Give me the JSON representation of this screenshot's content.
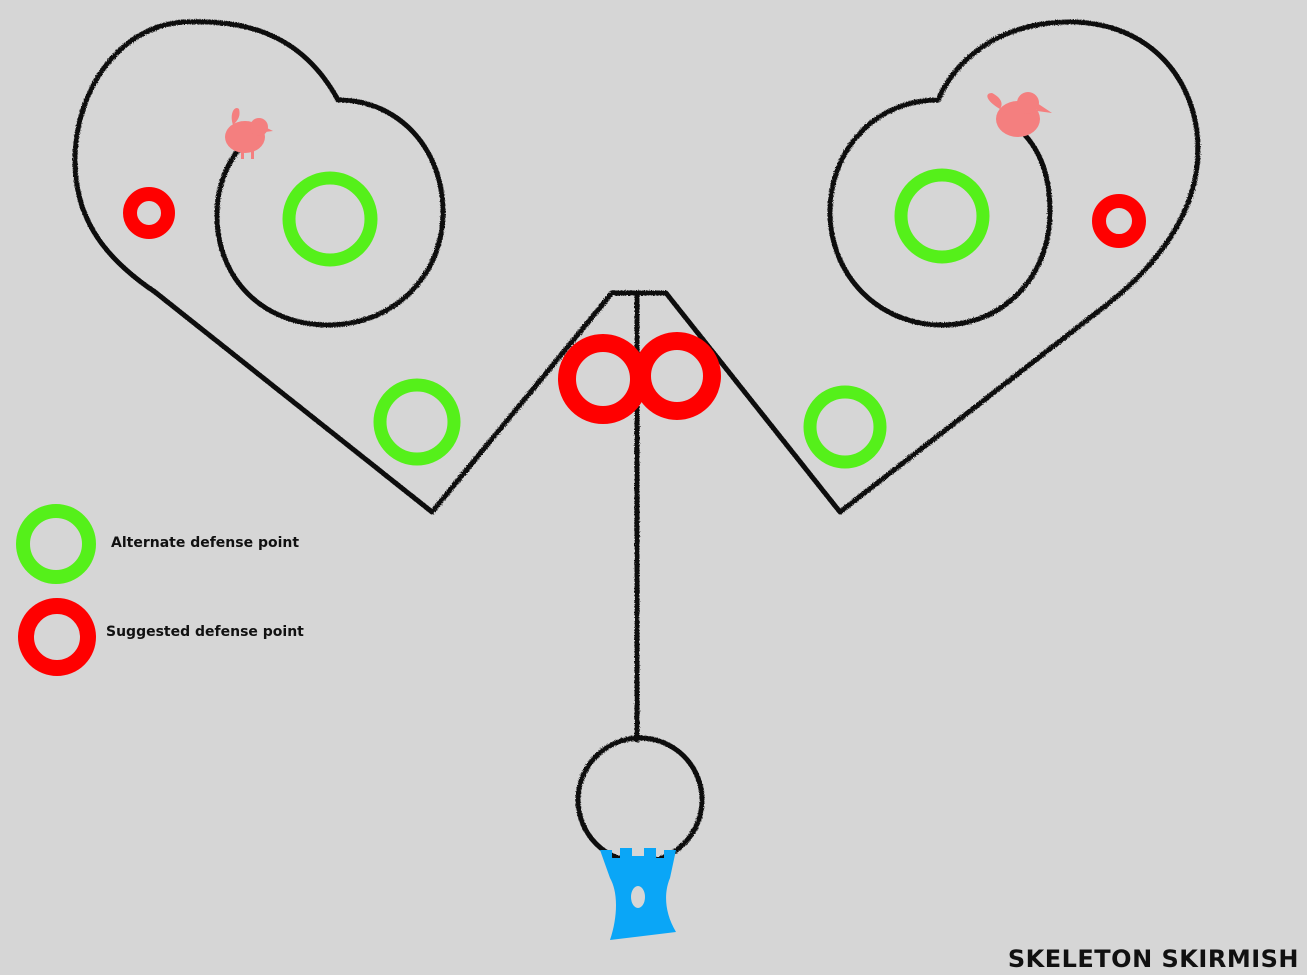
{
  "title": "SKELETON SKIRMISH",
  "legend": {
    "alternate_label": "Alternate defense point",
    "suggested_label": "Suggested defense point"
  },
  "colors": {
    "background": "#d6d6d6",
    "path": "#111111",
    "alternate": "#55f01a",
    "suggested": "#ff0000",
    "spawn": "#f47f7f",
    "base": "#0aa6f7"
  },
  "icons": {
    "spawn": "bird-spawn-icon",
    "base": "castle-base-icon"
  }
}
